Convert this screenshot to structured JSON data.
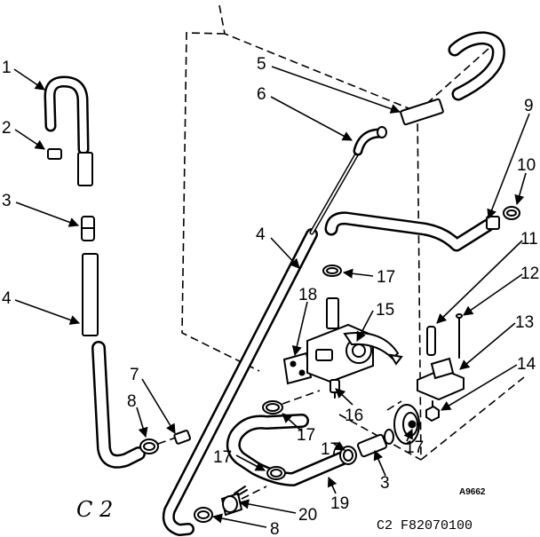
{
  "diagram": {
    "callouts": {
      "c1": "1",
      "c2": "2",
      "c3a": "3",
      "c3b": "3",
      "c4a": "4",
      "c4b": "4",
      "c5": "5",
      "c6": "6",
      "c7": "7",
      "c8a": "8",
      "c8b": "8",
      "c9": "9",
      "c10": "10",
      "c11": "11",
      "c12": "12",
      "c13": "13",
      "c14": "14",
      "c15": "15",
      "c16": "16",
      "c17a": "17",
      "c17b": "17",
      "c17c": "17",
      "c17d": "17",
      "c17e": "17",
      "c18": "18",
      "c19": "19",
      "c20": "20"
    },
    "page_mark": "C 2",
    "figure_code": "C2  F82070100",
    "image_code": "A9662"
  }
}
